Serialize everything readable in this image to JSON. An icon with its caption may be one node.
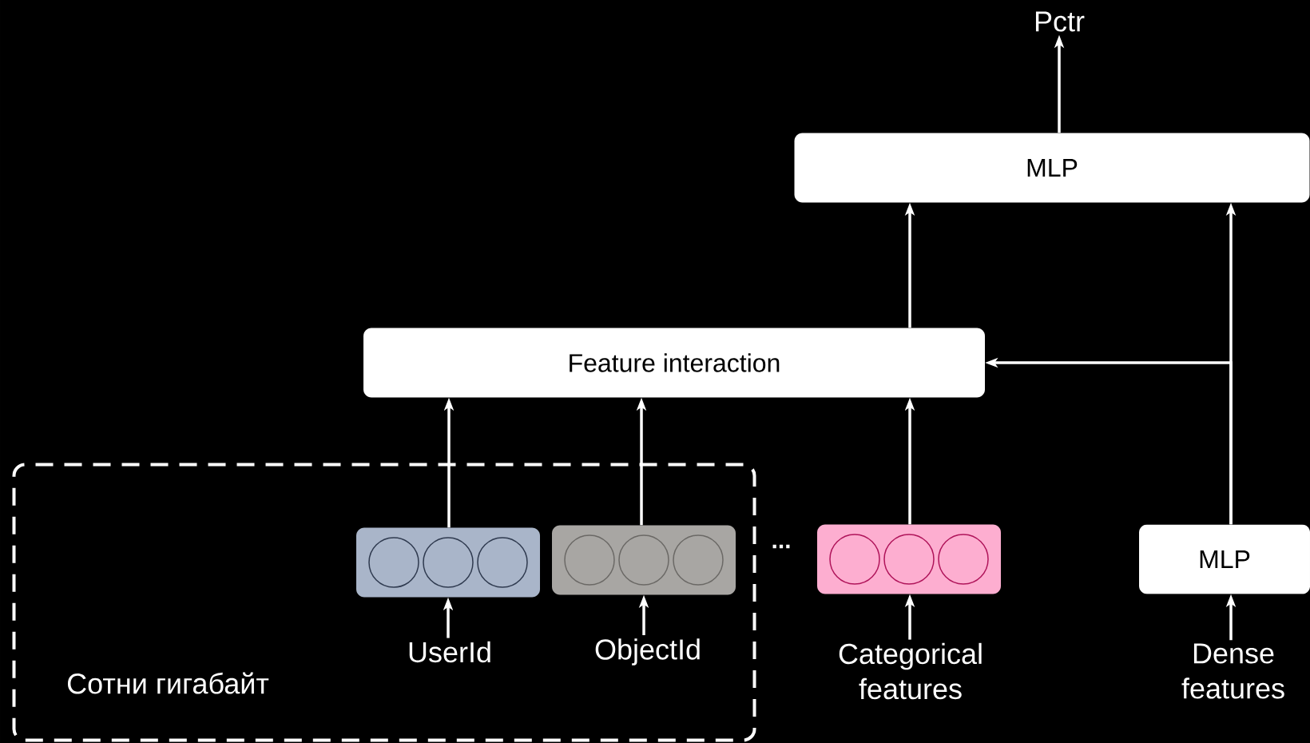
{
  "diagram": {
    "nodes": [
      {
        "text": [
          "Pctr"
        ]
      },
      {
        "text": [
          "MLP"
        ]
      },
      {
        "text": [
          "Feature interaction"
        ]
      },
      {
        "text": [
          "Сотни гигабайт"
        ]
      },
      {
        "text": [],
        "shape": "box",
        "in": 3
      },
      {
        "text": [],
        "shape": "box",
        "in": 3
      },
      {
        "text": [],
        "shape": "box"
      },
      {
        "text": [
          "MLP"
        ]
      },
      {
        "text": [
          "UserId"
        ],
        "in": 3
      },
      {
        "text": [
          "ObjectId"
        ],
        "in": 3
      },
      {
        "text": [
          "Categorical features"
        ]
      },
      {
        "text": [
          "Dense features"
        ]
      }
    ],
    "edges": [
      {
        "from": 1,
        "to": 0,
        "arrow": "to"
      },
      {
        "from": 2,
        "to": 1,
        "arrow": "to"
      },
      {
        "from": 7,
        "to": 1,
        "arrow": "to"
      },
      {
        "from": 7,
        "to": 2,
        "arrow": "to"
      },
      {
        "from": 4,
        "to": 2,
        "arrow": "to"
      },
      {
        "from": 5,
        "to": 2,
        "arrow": "to"
      },
      {
        "from": 6,
        "to": 2,
        "arrow": "to"
      },
      {
        "from": 8,
        "to": 4,
        "arrow": "to"
      },
      {
        "from": 9,
        "to": 5,
        "arrow": "to"
      },
      {
        "from": 10,
        "to": 6,
        "arrow": "to"
      },
      {
        "from": 11,
        "to": 7,
        "arrow": "to"
      }
    ],
    "labels": [
      "..."
    ]
  }
}
